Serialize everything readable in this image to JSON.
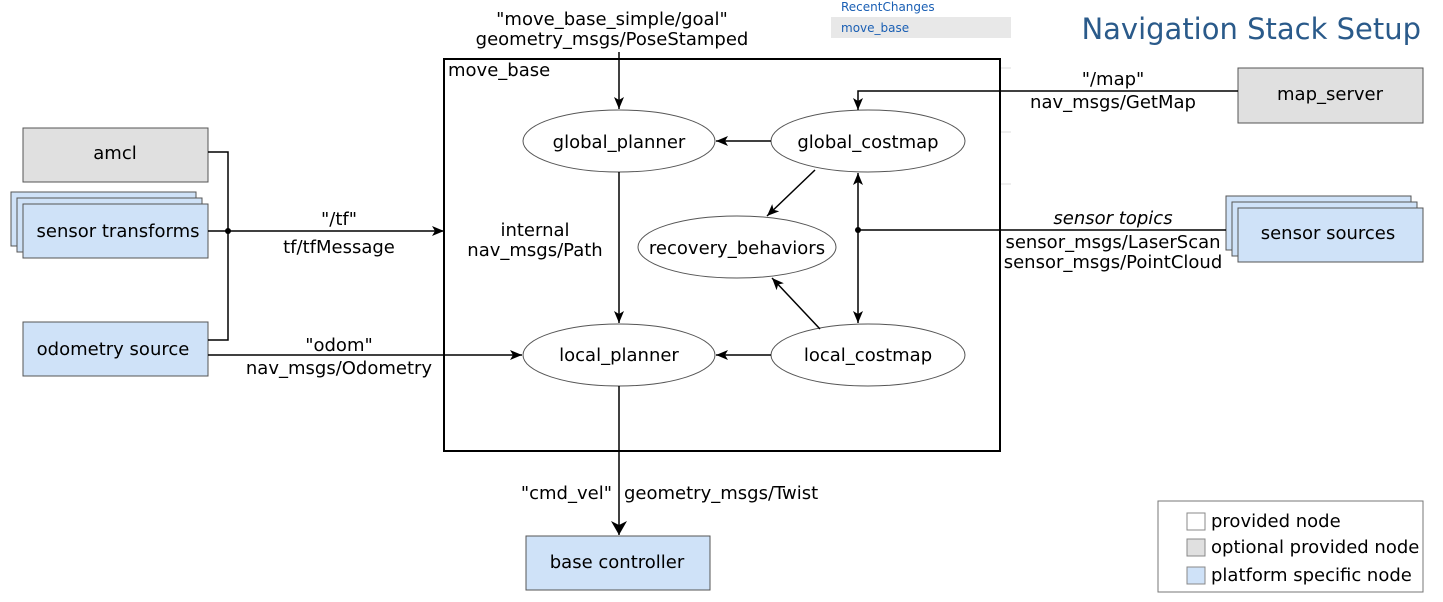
{
  "title": "Navigation Stack Setup",
  "wiki_overlay": {
    "recent_changes": "RecentChanges",
    "current_page": "move_base"
  },
  "container": {
    "label": "move_base"
  },
  "nodes": {
    "amcl": "amcl",
    "sensor_transforms": "sensor transforms",
    "odometry_source": "odometry source",
    "map_server": "map_server",
    "sensor_sources": "sensor sources",
    "base_controller": "base controller",
    "global_planner": "global_planner",
    "global_costmap": "global_costmap",
    "recovery_behaviors": "recovery_behaviors",
    "local_planner": "local_planner",
    "local_costmap": "local_costmap"
  },
  "edges": {
    "goal": {
      "topic": "\"move_base_simple/goal\"",
      "type": "geometry_msgs/PoseStamped"
    },
    "map": {
      "topic": "\"/map\"",
      "type": "nav_msgs/GetMap"
    },
    "tf": {
      "topic": "\"/tf\"",
      "type": "tf/tfMessage"
    },
    "odom": {
      "topic": "\"odom\"",
      "type": "nav_msgs/Odometry"
    },
    "internal": {
      "topic": "internal",
      "type": "nav_msgs/Path"
    },
    "sensor": {
      "topic": "sensor topics",
      "type1": "sensor_msgs/LaserScan",
      "type2": "sensor_msgs/PointCloud"
    },
    "cmd_vel": {
      "topic": "\"cmd_vel\"",
      "type": "geometry_msgs/Twist"
    }
  },
  "legend": {
    "items": [
      {
        "label": "provided node",
        "color": "#ffffff"
      },
      {
        "label": "optional provided node",
        "color": "#e0e0e0"
      },
      {
        "label": "platform specific node",
        "color": "#cfe2f8"
      }
    ]
  },
  "colors": {
    "optional": "#e0e0e0",
    "platform": "#cfe2f8",
    "title": "#2a5a8a"
  }
}
